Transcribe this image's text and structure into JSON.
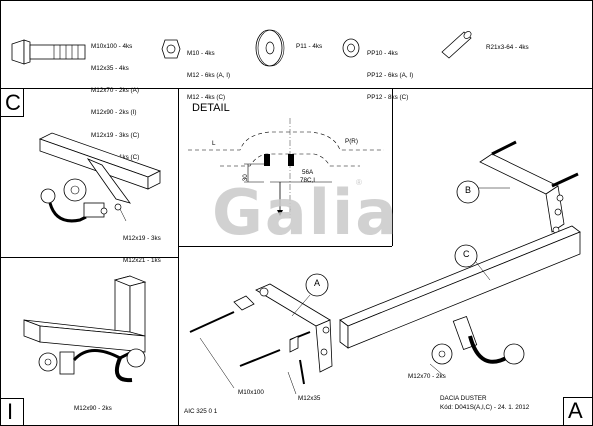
{
  "parts": {
    "bolts_list": [
      "M10x100 - 4ks",
      "M12x35 - 4ks",
      "M12x70 - 2ks (A)",
      "M12x90 - 2ks (I)",
      "M12x19 - 3ks (C)",
      "M12x21 - 1ks (C)"
    ],
    "nuts_list": [
      "M10 - 4ks",
      "M12 - 6ks (A, I)",
      "M12 - 4ks (C)"
    ],
    "washer_label": "P11 - 4ks",
    "spring_washers": [
      "PP10 - 4ks",
      "PP12 - 6ks (A, I)",
      "PP12 - 8ks (C)"
    ],
    "spacer_label": "R21x3-64 - 4ks"
  },
  "views": {
    "c_label": "C",
    "i_label": "I",
    "a_label": "A"
  },
  "detail": {
    "title": "DETAIL",
    "left_label": "L",
    "right_label": "P(R)",
    "dim_vertical": "30",
    "dim_a": "56A",
    "dim_c": "78C,I"
  },
  "view_c_callouts": [
    "M12x19 - 3ks",
    "M12x21 - 1ks"
  ],
  "view_i_callouts": [
    "M12x90 - 2ks"
  ],
  "main": {
    "callout_a": "A",
    "callout_b": "B",
    "callout_c": "C",
    "bolt_m10x100": "M10x100",
    "bolt_m12x35": "M12x35",
    "bolt_m12x70": "M12x70 - 2ks"
  },
  "footer": {
    "drawing_code": "AIC 325 0 1",
    "vehicle": "DACIA DUSTER",
    "kod": "Kód: D041S(A,I,C) - 24. 1. 2012"
  },
  "watermark": {
    "brand": "Galia",
    "registered": "®"
  }
}
